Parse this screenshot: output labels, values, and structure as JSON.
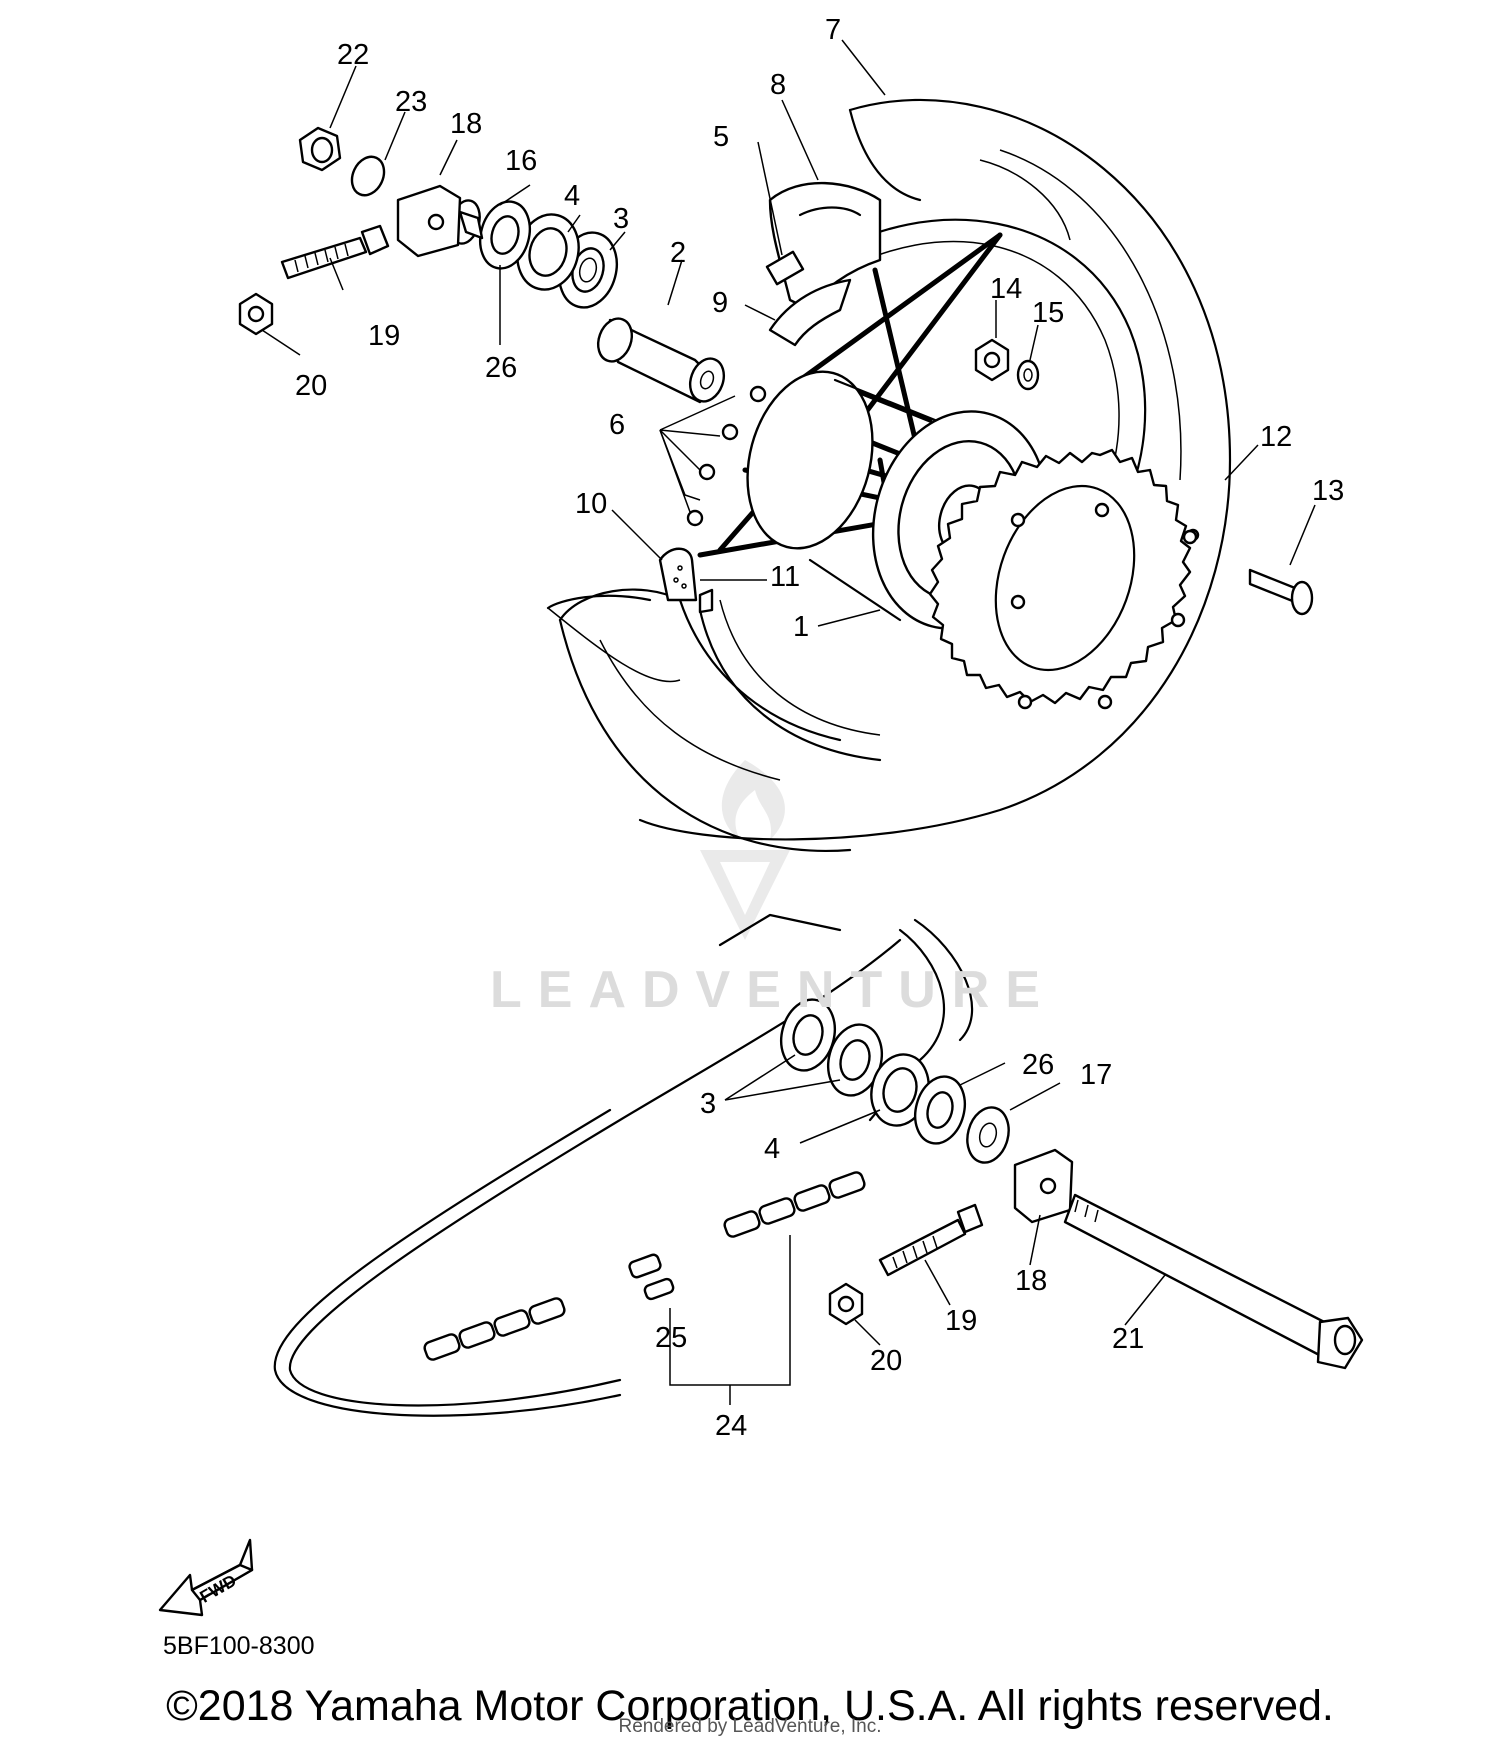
{
  "diagram": {
    "callouts": [
      "1",
      "2",
      "3",
      "4",
      "5",
      "6",
      "7",
      "8",
      "9",
      "10",
      "11",
      "12",
      "13",
      "14",
      "15",
      "16",
      "18",
      "19",
      "20",
      "22",
      "23",
      "26",
      "3",
      "4",
      "17",
      "18",
      "19",
      "20",
      "21",
      "24",
      "25",
      "26"
    ]
  },
  "fwd_arrow_label": "FWD",
  "watermark": "LEADVENTURE",
  "doc_code": "5BF100-8300",
  "copyright": "©2018 Yamaha Motor Corporation, U.S.A. All rights reserved.",
  "rendered_by": "Rendered by LeadVenture, Inc."
}
